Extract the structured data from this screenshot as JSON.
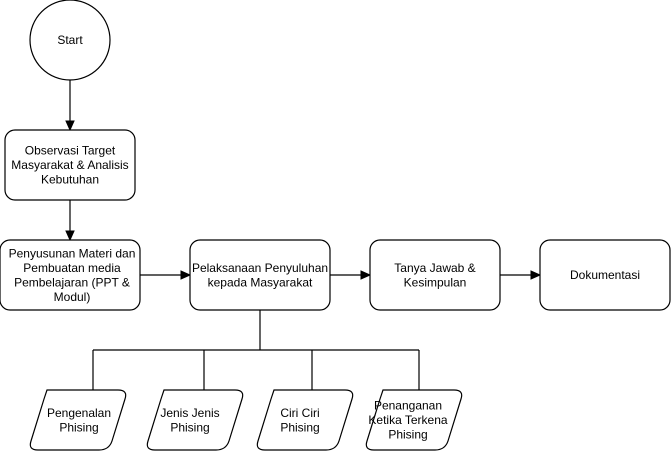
{
  "nodes": {
    "start": {
      "lines": [
        "Start"
      ]
    },
    "observasi": {
      "lines": [
        "Observasi Target",
        "Masyarakat & Analisis",
        "Kebutuhan"
      ]
    },
    "penyusunan": {
      "lines": [
        "Penyusunan Materi dan",
        "Pembuatan media",
        "Pembelajaran (PPT &",
        "Modul)"
      ]
    },
    "pelaksanaan": {
      "lines": [
        "Pelaksanaan Penyuluhan",
        "kepada Masyarakat"
      ]
    },
    "tanya_jawab": {
      "lines": [
        "Tanya Jawab &",
        "Kesimpulan"
      ]
    },
    "dokumentasi": {
      "lines": [
        "Dokumentasi"
      ]
    },
    "pengenalan": {
      "lines": [
        "Pengenalan",
        "Phising"
      ]
    },
    "jenis": {
      "lines": [
        "Jenis Jenis",
        "Phising"
      ]
    },
    "ciri": {
      "lines": [
        "Ciri Ciri",
        "Phising"
      ]
    },
    "penanganan": {
      "lines": [
        "Penanganan",
        "Ketika Terkena",
        "Phising"
      ]
    }
  },
  "colors": {
    "stroke": "#000000",
    "fill": "#ffffff",
    "text": "#000000"
  }
}
